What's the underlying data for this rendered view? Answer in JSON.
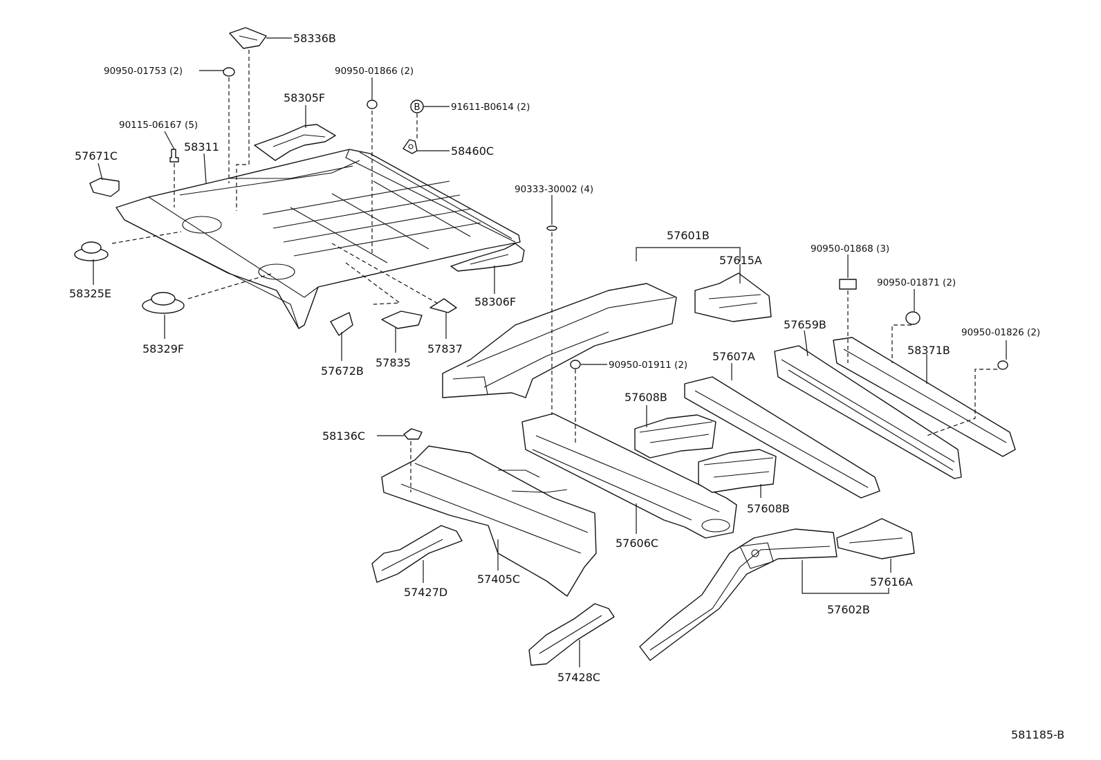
{
  "diagram_id": "581185-B",
  "labels": {
    "p58336B": "58336B",
    "p90950_01753": "90950-01753 (2)",
    "p90950_01866": "90950-01866 (2)",
    "p91611_B0614": "91611-B0614 (2)",
    "p58305F": "58305F",
    "p90115_06167": "90115-06167 (5)",
    "p58460C": "58460C",
    "p57671C": "57671C",
    "p58311": "58311",
    "p90333_30002": "90333-30002 (4)",
    "p58325E": "58325E",
    "p57601B": "57601B",
    "p57615A": "57615A",
    "p90950_01868": "90950-01868 (3)",
    "p58306F": "58306F",
    "p90950_01871": "90950-01871 (2)",
    "p58329F": "58329F",
    "p57837": "57837",
    "p57659B": "57659B",
    "p90950_01826": "90950-01826 (2)",
    "p57835": "57835",
    "p57672B": "57672B",
    "p90950_01911": "90950-01911 (2)",
    "p57607A": "57607A",
    "p58371B": "58371B",
    "p57608B_a": "57608B",
    "p58136C": "58136C",
    "p57608B_b": "57608B",
    "p57606C": "57606C",
    "p57405C": "57405C",
    "p57427D": "57427D",
    "p57616A": "57616A",
    "p57602B": "57602B",
    "p57428C": "57428C"
  },
  "marker": {
    "b_symbol": "B"
  }
}
